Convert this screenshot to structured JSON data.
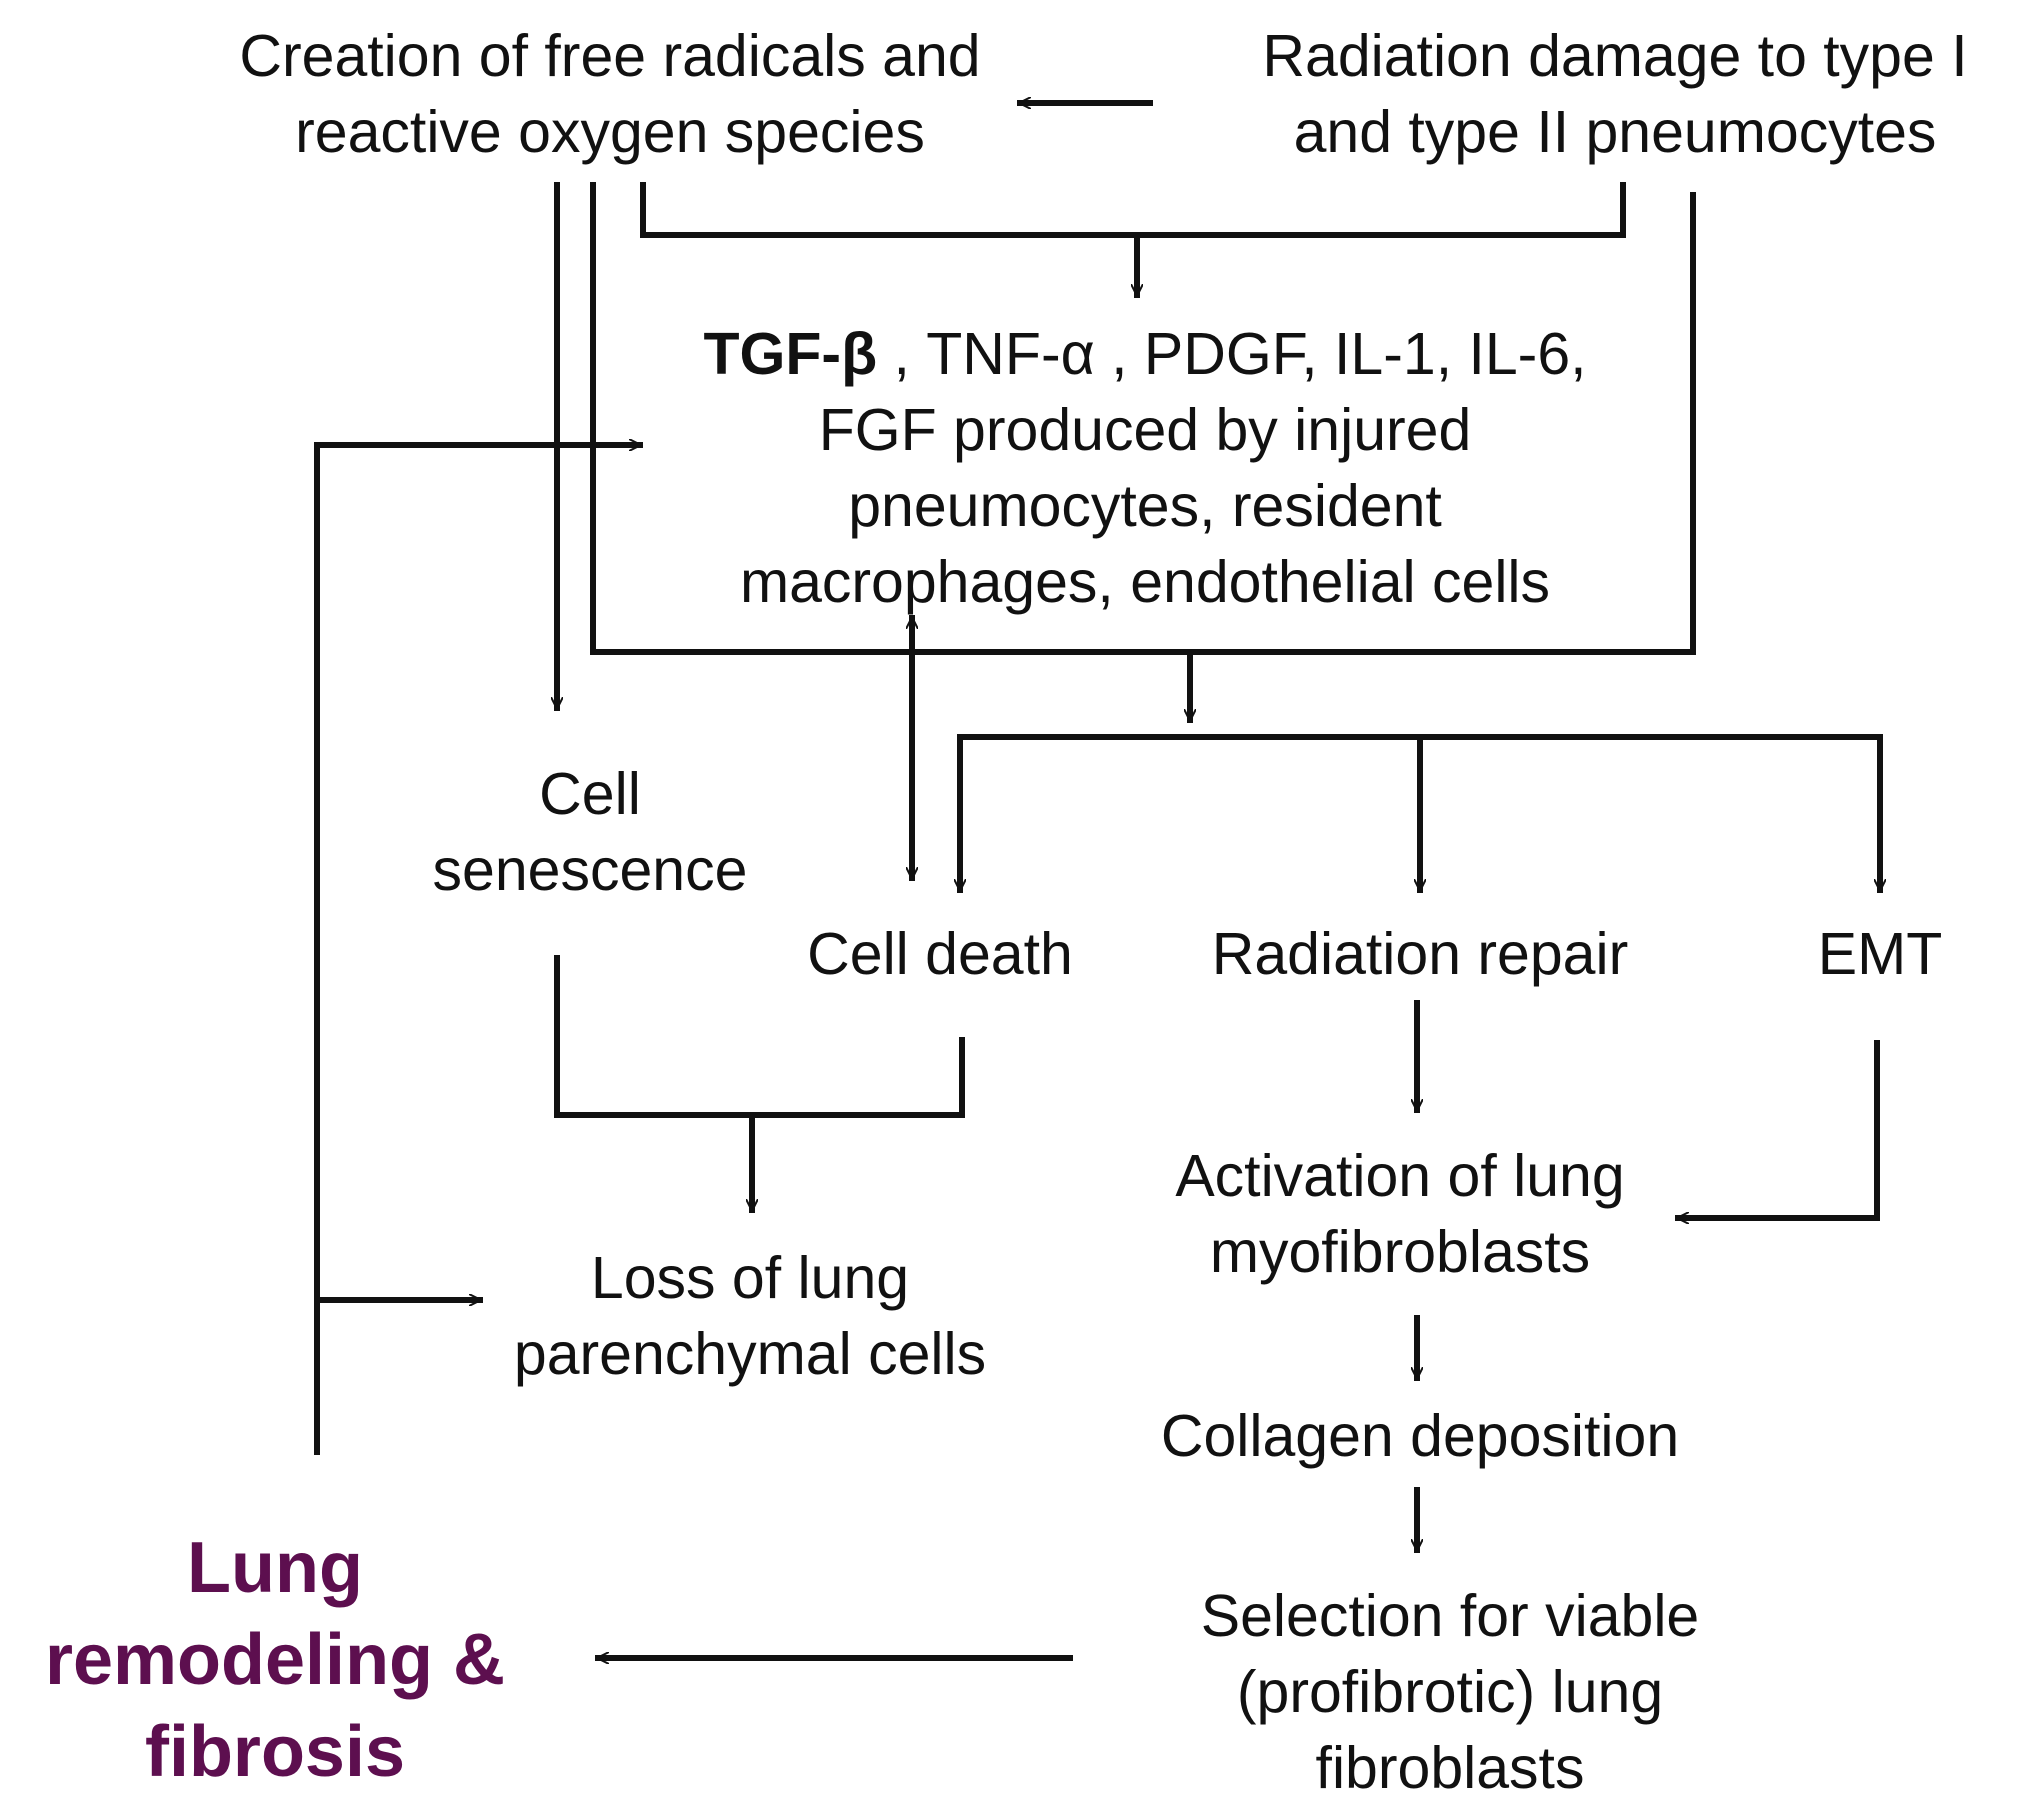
{
  "nodes": {
    "free_radicals": {
      "lines": [
        "Creation of free radicals and",
        "reactive oxygen species"
      ]
    },
    "radiation_damage": {
      "lines": [
        "Radiation damage to type I",
        "and type II pneumocytes"
      ]
    },
    "cytokines": {
      "lead_bold": "TGF-β",
      "line1_rest": " , TNF-α , PDGF, IL-1, IL-6,",
      "lines": [
        "FGF produced by injured",
        "pneumocytes, resident",
        "macrophages, endothelial cells"
      ]
    },
    "cell_senescence": {
      "lines": [
        "Cell",
        "senescence"
      ]
    },
    "cell_death": {
      "lines": [
        "Cell death"
      ]
    },
    "radiation_repair": {
      "lines": [
        "Radiation repair"
      ]
    },
    "emt": {
      "lines": [
        "EMT"
      ]
    },
    "activation": {
      "lines": [
        "Activation of lung",
        "myofibroblasts"
      ]
    },
    "loss_cells": {
      "lines": [
        "Loss of lung",
        "parenchymal cells"
      ]
    },
    "collagen": {
      "lines": [
        "Collagen deposition"
      ]
    },
    "selection": {
      "lines": [
        "Selection for viable",
        "(profibrotic) lung",
        "fibroblasts"
      ]
    },
    "outcome": {
      "lines": [
        "Lung",
        "remodeling &",
        "fibrosis"
      ]
    }
  },
  "colors": {
    "line": "#111111",
    "text": "#111111",
    "outcome": "#5d0f4f"
  }
}
